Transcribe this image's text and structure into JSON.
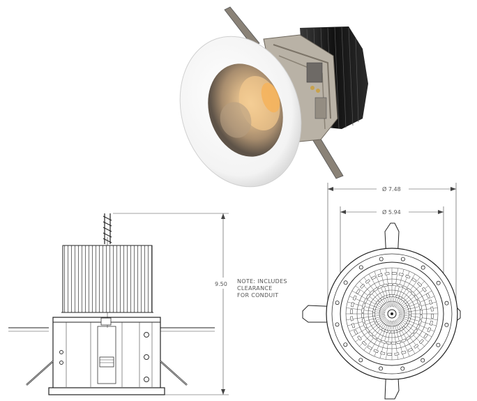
{
  "drawing": {
    "side_view": {
      "height_label": "9.50",
      "note_lines": [
        "NOTE: INCLUDES",
        "CLEARANCE",
        "FOR CONDUIT"
      ]
    },
    "top_view": {
      "outer_diameter_label": "Ø 7.48",
      "inner_diameter_label": "Ø 5.94"
    }
  },
  "colors": {
    "line": "#222222",
    "trim": "#ffffff",
    "reflector": "#c9a57a",
    "heatsink": "#1a1a1a"
  }
}
